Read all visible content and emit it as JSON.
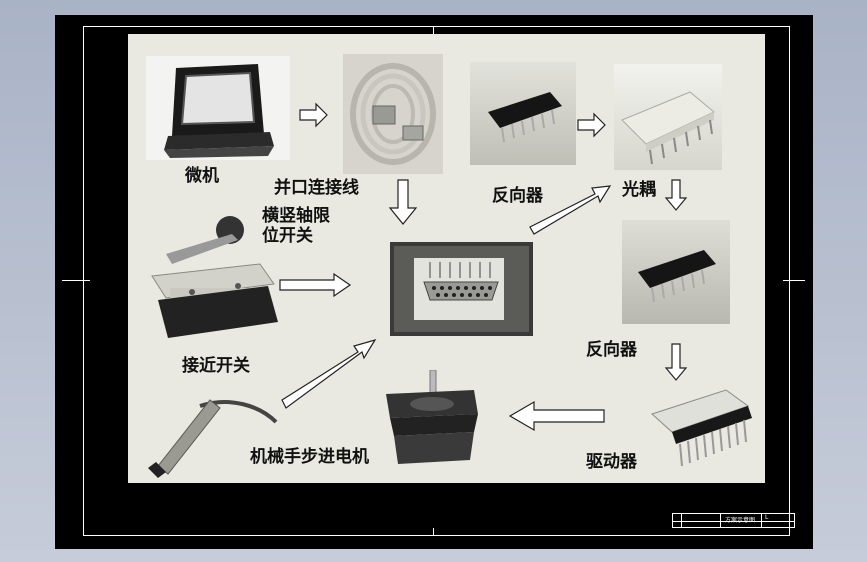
{
  "labels": {
    "microcomputer": "微机",
    "parallel_cable": "并口连接线",
    "inverter_top": "反向器",
    "optocoupler": "光耦",
    "limit_switch_line1": "横竖轴限",
    "limit_switch_line2": "位开关",
    "proximity_switch": "接近开关",
    "inverter_right": "反向器",
    "stepper_motor": "机械手步进电机",
    "driver": "驱动器"
  },
  "title_block": {
    "name": "方案示意图",
    "code": "L"
  },
  "colors": {
    "frame": "#000000",
    "sheet": "#e9e9e2",
    "outer_background": "#b3bccd"
  },
  "icons": [
    "monitor-icon",
    "cable-icon",
    "ic-chip-icon",
    "optocoupler-icon",
    "limit-switch-icon",
    "db25-connector-icon",
    "proximity-sensor-icon",
    "stepper-motor-icon",
    "driver-chip-icon"
  ]
}
